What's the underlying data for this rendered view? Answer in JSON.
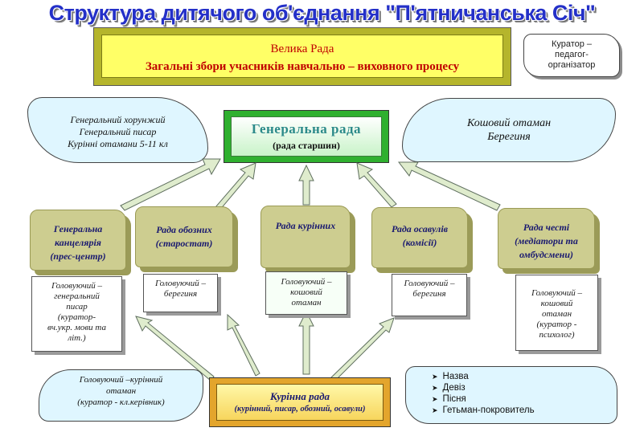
{
  "title": "Структура дитячого об'єднання \"П'ятничанська Січ\"",
  "great_council": {
    "line1": "Велика Рада",
    "line2": "Загальні збори учасників навчально – виховного процесу"
  },
  "curator": [
    "Куратор –",
    "педагог-",
    "організатор"
  ],
  "left_cloud": [
    "Генеральний хорунжий",
    "Генеральний писар",
    "Курінні отамани 5-11 кл"
  ],
  "right_cloud": [
    "Кошовий отаман",
    "Берегиня"
  ],
  "general_council": {
    "line1": "Генеральна рада",
    "line2": "(рада старшин)"
  },
  "councils": [
    {
      "lines": [
        "Генеральна",
        "канцелярія",
        "(прес-центр)"
      ],
      "sub": [
        "Головуючий –",
        "генеральний",
        "писар",
        "(куратор-",
        "вч.укр. мови та",
        "літ.)"
      ]
    },
    {
      "lines": [
        "Рада обозних",
        "(старостат)"
      ],
      "sub": [
        "Головуючий –",
        "берегиня"
      ]
    },
    {
      "lines": [
        "Рада курінних"
      ],
      "sub": [
        "Головуючий –",
        "кошовий",
        "отаман"
      ]
    },
    {
      "lines": [
        "Рада осавулів",
        "(комісії)"
      ],
      "sub": [
        "Головуючий –",
        "берегиня"
      ]
    },
    {
      "lines": [
        "Рада честі",
        "(медіатори та",
        "омбудсмени)"
      ],
      "sub": [
        "Головуючий –",
        "кошовий",
        "отаман",
        "(куратор -",
        "психолог)"
      ]
    }
  ],
  "kurinna": {
    "line1": "Курінна рада",
    "line2": "(курінний, писар, обозний, осавули)"
  },
  "bottom_left": [
    "Головуючий –курінний",
    "отаман",
    "(куратор - кл.керівник)"
  ],
  "bottom_right": [
    "Назва",
    "Девіз",
    "Пісня",
    "Гетьман-покровитель"
  ],
  "colors": {
    "title": "#2430c8",
    "great_border": "#b5b52c",
    "great_fill": "#ffff66",
    "general_border": "#2fb02f",
    "cube": "#cdcd90",
    "cloud": "#dff6ff",
    "kurinna": "#e3a52c"
  }
}
